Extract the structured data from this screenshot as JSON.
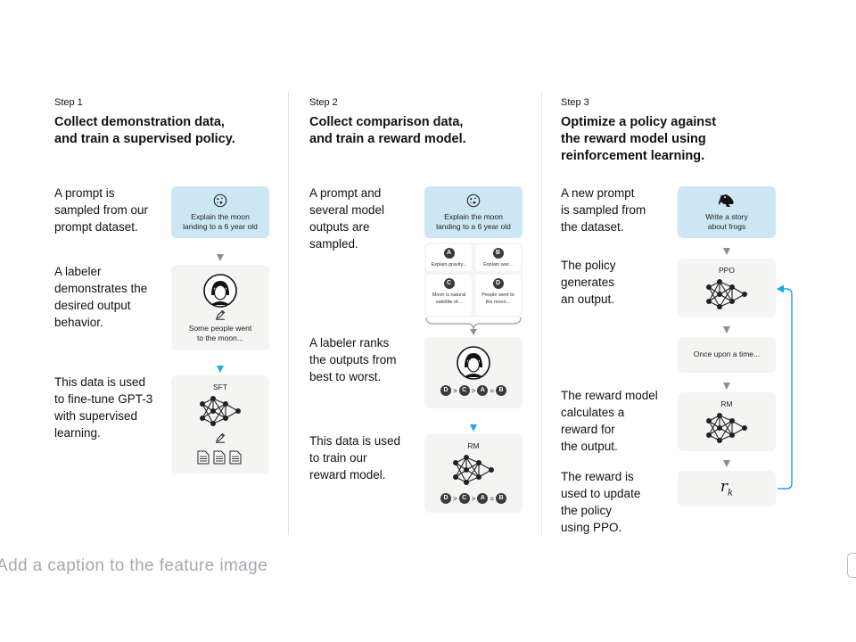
{
  "steps": [
    {
      "label": "Step 1",
      "title_lines": [
        "Collect demonstration data,",
        "and train a supervised policy."
      ],
      "paras": [
        [
          "A prompt is",
          "sampled from our",
          "prompt dataset."
        ],
        [
          "A labeler",
          "demonstrates the",
          "desired output",
          "behavior."
        ],
        [
          "This data is used",
          "to fine-tune GPT-3",
          "with supervised",
          "learning."
        ]
      ],
      "prompt_box": [
        "Explain the moon",
        "landing to a 6 year old"
      ],
      "labeler_box": [
        "Some people went",
        "to the moon..."
      ],
      "sft_label": "SFT"
    },
    {
      "label": "Step 2",
      "title_lines": [
        "Collect comparison data,",
        "and train a reward model."
      ],
      "paras": [
        [
          "A prompt and",
          "several model",
          "outputs are",
          "sampled."
        ],
        [
          "A labeler ranks",
          "the outputs from",
          "best to worst."
        ],
        [
          "This data is used",
          "to train our",
          "reward model."
        ]
      ],
      "prompt_box": [
        "Explain the moon",
        "landing to a 6 year old"
      ],
      "options": [
        {
          "letter": "A",
          "text": [
            "Explain gravity..."
          ]
        },
        {
          "letter": "B",
          "text": [
            "Explain war..."
          ]
        },
        {
          "letter": "C",
          "text": [
            "Moon is natural",
            "satellite of..."
          ]
        },
        {
          "letter": "D",
          "text": [
            "People went to",
            "the moon..."
          ]
        }
      ],
      "ranking": [
        "D",
        ">",
        "C",
        ">",
        "A",
        "=",
        "B"
      ],
      "rm_label": "RM"
    },
    {
      "label": "Step 3",
      "title_lines": [
        "Optimize a policy against",
        "the reward model using",
        "reinforcement learning."
      ],
      "paras": [
        [
          "A new prompt",
          "is sampled from",
          "the dataset."
        ],
        [
          "The policy",
          "generates",
          "an output."
        ],
        [
          "The reward model",
          "calculates a",
          "reward for",
          "the output."
        ],
        [
          "The reward is",
          "used to update",
          "the policy",
          "using PPO."
        ]
      ],
      "prompt_box": [
        "Write a story",
        "about frogs"
      ],
      "ppo_label": "PPO",
      "output_box": [
        "Once upon a time..."
      ],
      "rm_label": "RM",
      "reward_symbol": "r",
      "reward_subscript": "k"
    }
  ],
  "caption": "Add a caption to the feature image",
  "colors": {
    "prompt_box": "#cde6f3",
    "grey_box": "#f4f4f3",
    "accent_arrow": "#1ea7e9",
    "caption": "#a4a9ae"
  },
  "icons": {
    "planet": "planet-icon",
    "frog": "frog-icon",
    "labeler": "person-avatar-icon",
    "pencil": "pencil-icon",
    "network": "neural-network-icon",
    "document": "document-icon"
  }
}
